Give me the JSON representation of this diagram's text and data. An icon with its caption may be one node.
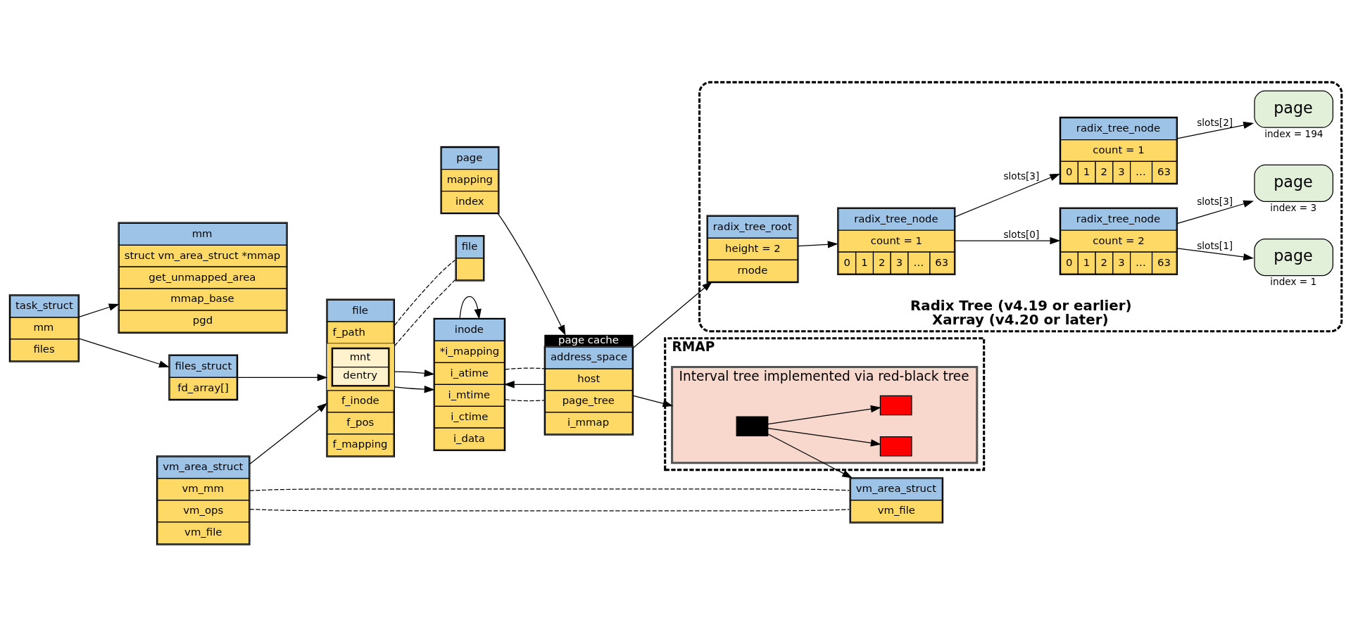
{
  "diagram": {
    "nodes": [
      {
        "text": [
          "task_struct",
          "mm",
          "files"
        ]
      },
      {
        "text": [
          "mm",
          "struct vm_area_struct *mmap",
          "get_unmapped_area",
          "mmap_base",
          "pgd"
        ]
      },
      {
        "text": [
          "files_struct",
          "fd_array[]"
        ]
      },
      {
        "text": [
          "file",
          "f_path",
          "mnt",
          "dentry",
          "f_inode",
          "f_pos",
          "f_mapping"
        ]
      },
      {
        "text": [
          "file"
        ]
      },
      {
        "text": [
          "vm_area_struct",
          "vm_mm",
          "vm_ops",
          "vm_file"
        ]
      },
      {
        "text": [
          "vm_area_struct",
          "vm_file"
        ]
      },
      {
        "text": [
          "page",
          "mapping",
          "index"
        ]
      },
      {
        "text": [
          "inode",
          "*i_mapping",
          "i_atime",
          "i_mtime",
          "i_ctime",
          "i_data"
        ]
      },
      {
        "text": [
          "address_space",
          "host",
          "page_tree",
          "i_mmap"
        ],
        "beside": [
          "page cache"
        ]
      },
      {
        "text": [
          "RMAP"
        ]
      },
      {
        "text": [
          "Interval tree implemented via red-black tree"
        ],
        "in": 10
      },
      {
        "text": [],
        "shape": "box",
        "in": 11
      },
      {
        "text": [],
        "shape": "box",
        "in": 11
      },
      {
        "text": [],
        "shape": "box",
        "in": 11
      },
      {
        "text": [
          "Radix Tree (v4.19 or earlier)",
          "Xarray (v4.20 or later)"
        ]
      },
      {
        "text": [
          "radix_tree_root",
          "height = 2",
          "rnode"
        ],
        "in": 15
      },
      {
        "text": [
          "radix_tree_node",
          "count = 1",
          "0",
          "1",
          "2",
          "3",
          "…",
          "63"
        ],
        "in": 15
      },
      {
        "text": [
          "radix_tree_node",
          "count = 2",
          "0",
          "1",
          "2",
          "3",
          "…",
          "63"
        ],
        "in": 15
      },
      {
        "text": [
          "radix_tree_node",
          "count = 1",
          "0",
          "1",
          "2",
          "3",
          "…",
          "63"
        ],
        "in": 15
      },
      {
        "text": [
          "page"
        ],
        "beside": [
          "index = 1"
        ],
        "in": 15
      },
      {
        "text": [
          "page"
        ],
        "beside": [
          "index = 3"
        ],
        "in": 15
      },
      {
        "text": [
          "page"
        ],
        "beside": [
          "index = 194"
        ],
        "in": 15
      }
    ],
    "edges": [
      {
        "from": 0,
        "to": 1,
        "arrow": "to"
      },
      {
        "from": 0,
        "to": 2,
        "arrow": "to"
      },
      {
        "from": 2,
        "to": 3,
        "arrow": "to"
      },
      {
        "from": 5,
        "to": 3,
        "arrow": "to"
      },
      {
        "from": 5,
        "to": 6,
        "arrow": "none",
        "style": "dashed"
      },
      {
        "from": 5,
        "to": 6,
        "arrow": "none",
        "style": "dashed"
      },
      {
        "from": 3,
        "to": 4,
        "arrow": "none",
        "style": "dashed"
      },
      {
        "from": 3,
        "to": 4,
        "arrow": "none",
        "style": "dashed"
      },
      {
        "from": 3,
        "to": 8,
        "arrow": "to"
      },
      {
        "from": 3,
        "to": 8,
        "arrow": "to"
      },
      {
        "from": 8,
        "to": 8,
        "arrow": "to"
      },
      {
        "from": 9,
        "to": 8,
        "arrow": "to"
      },
      {
        "from": 8,
        "to": 9,
        "arrow": "none",
        "style": "dashed"
      },
      {
        "from": 8,
        "to": 9,
        "arrow": "none",
        "style": "dashed"
      },
      {
        "from": 7,
        "to": 9,
        "arrow": "to"
      },
      {
        "from": 9,
        "to": 16,
        "arrow": "to"
      },
      {
        "from": 9,
        "to": 11,
        "arrow": "to"
      },
      {
        "from": 12,
        "to": 13,
        "arrow": "to"
      },
      {
        "from": 12,
        "to": 14,
        "arrow": "to"
      },
      {
        "from": 12,
        "to": 6,
        "arrow": "to"
      },
      {
        "from": 16,
        "to": 17,
        "arrow": "to"
      },
      {
        "from": 17,
        "to": 18,
        "arrow": "to",
        "label": "slots[0]"
      },
      {
        "from": 17,
        "to": 19,
        "arrow": "to",
        "label": "slots[3]"
      },
      {
        "from": 18,
        "to": 20,
        "arrow": "to",
        "label": "slots[1]"
      },
      {
        "from": 18,
        "to": 21,
        "arrow": "to",
        "label": "slots[3]"
      },
      {
        "from": 19,
        "to": 22,
        "arrow": "to",
        "label": "slots[2]"
      }
    ]
  }
}
